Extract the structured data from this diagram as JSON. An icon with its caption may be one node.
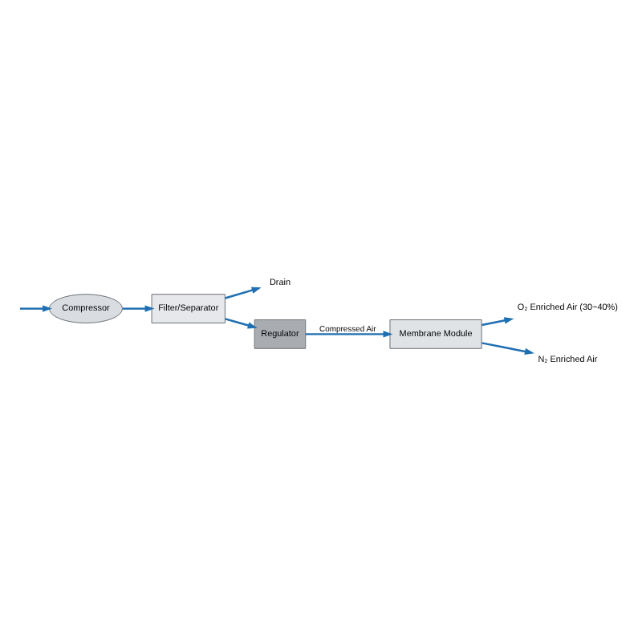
{
  "diagram": {
    "nodes": [
      {
        "text": [
          "Compressor"
        ]
      },
      {
        "text": [
          "Filter/Separator"
        ]
      },
      {
        "text": [
          "Drain"
        ]
      },
      {
        "text": [
          "Regulator"
        ]
      },
      {
        "text": [
          "Membrane Module"
        ]
      },
      {
        "text": [
          "O₂ Enriched Air (30~40%)"
        ]
      },
      {
        "text": [
          "N₂ Enriched Air"
        ]
      }
    ],
    "edges": [
      {
        "from": null,
        "to": 0,
        "arrow": "to"
      },
      {
        "from": 0,
        "to": 1,
        "arrow": "to"
      },
      {
        "from": 1,
        "to": 2,
        "arrow": "to"
      },
      {
        "from": 1,
        "to": 3,
        "arrow": "to"
      },
      {
        "from": 3,
        "to": 4,
        "arrow": "to",
        "label": "Compressed Air"
      },
      {
        "from": 4,
        "to": 5,
        "arrow": "to"
      },
      {
        "from": 4,
        "to": 6,
        "arrow": "to"
      }
    ]
  }
}
